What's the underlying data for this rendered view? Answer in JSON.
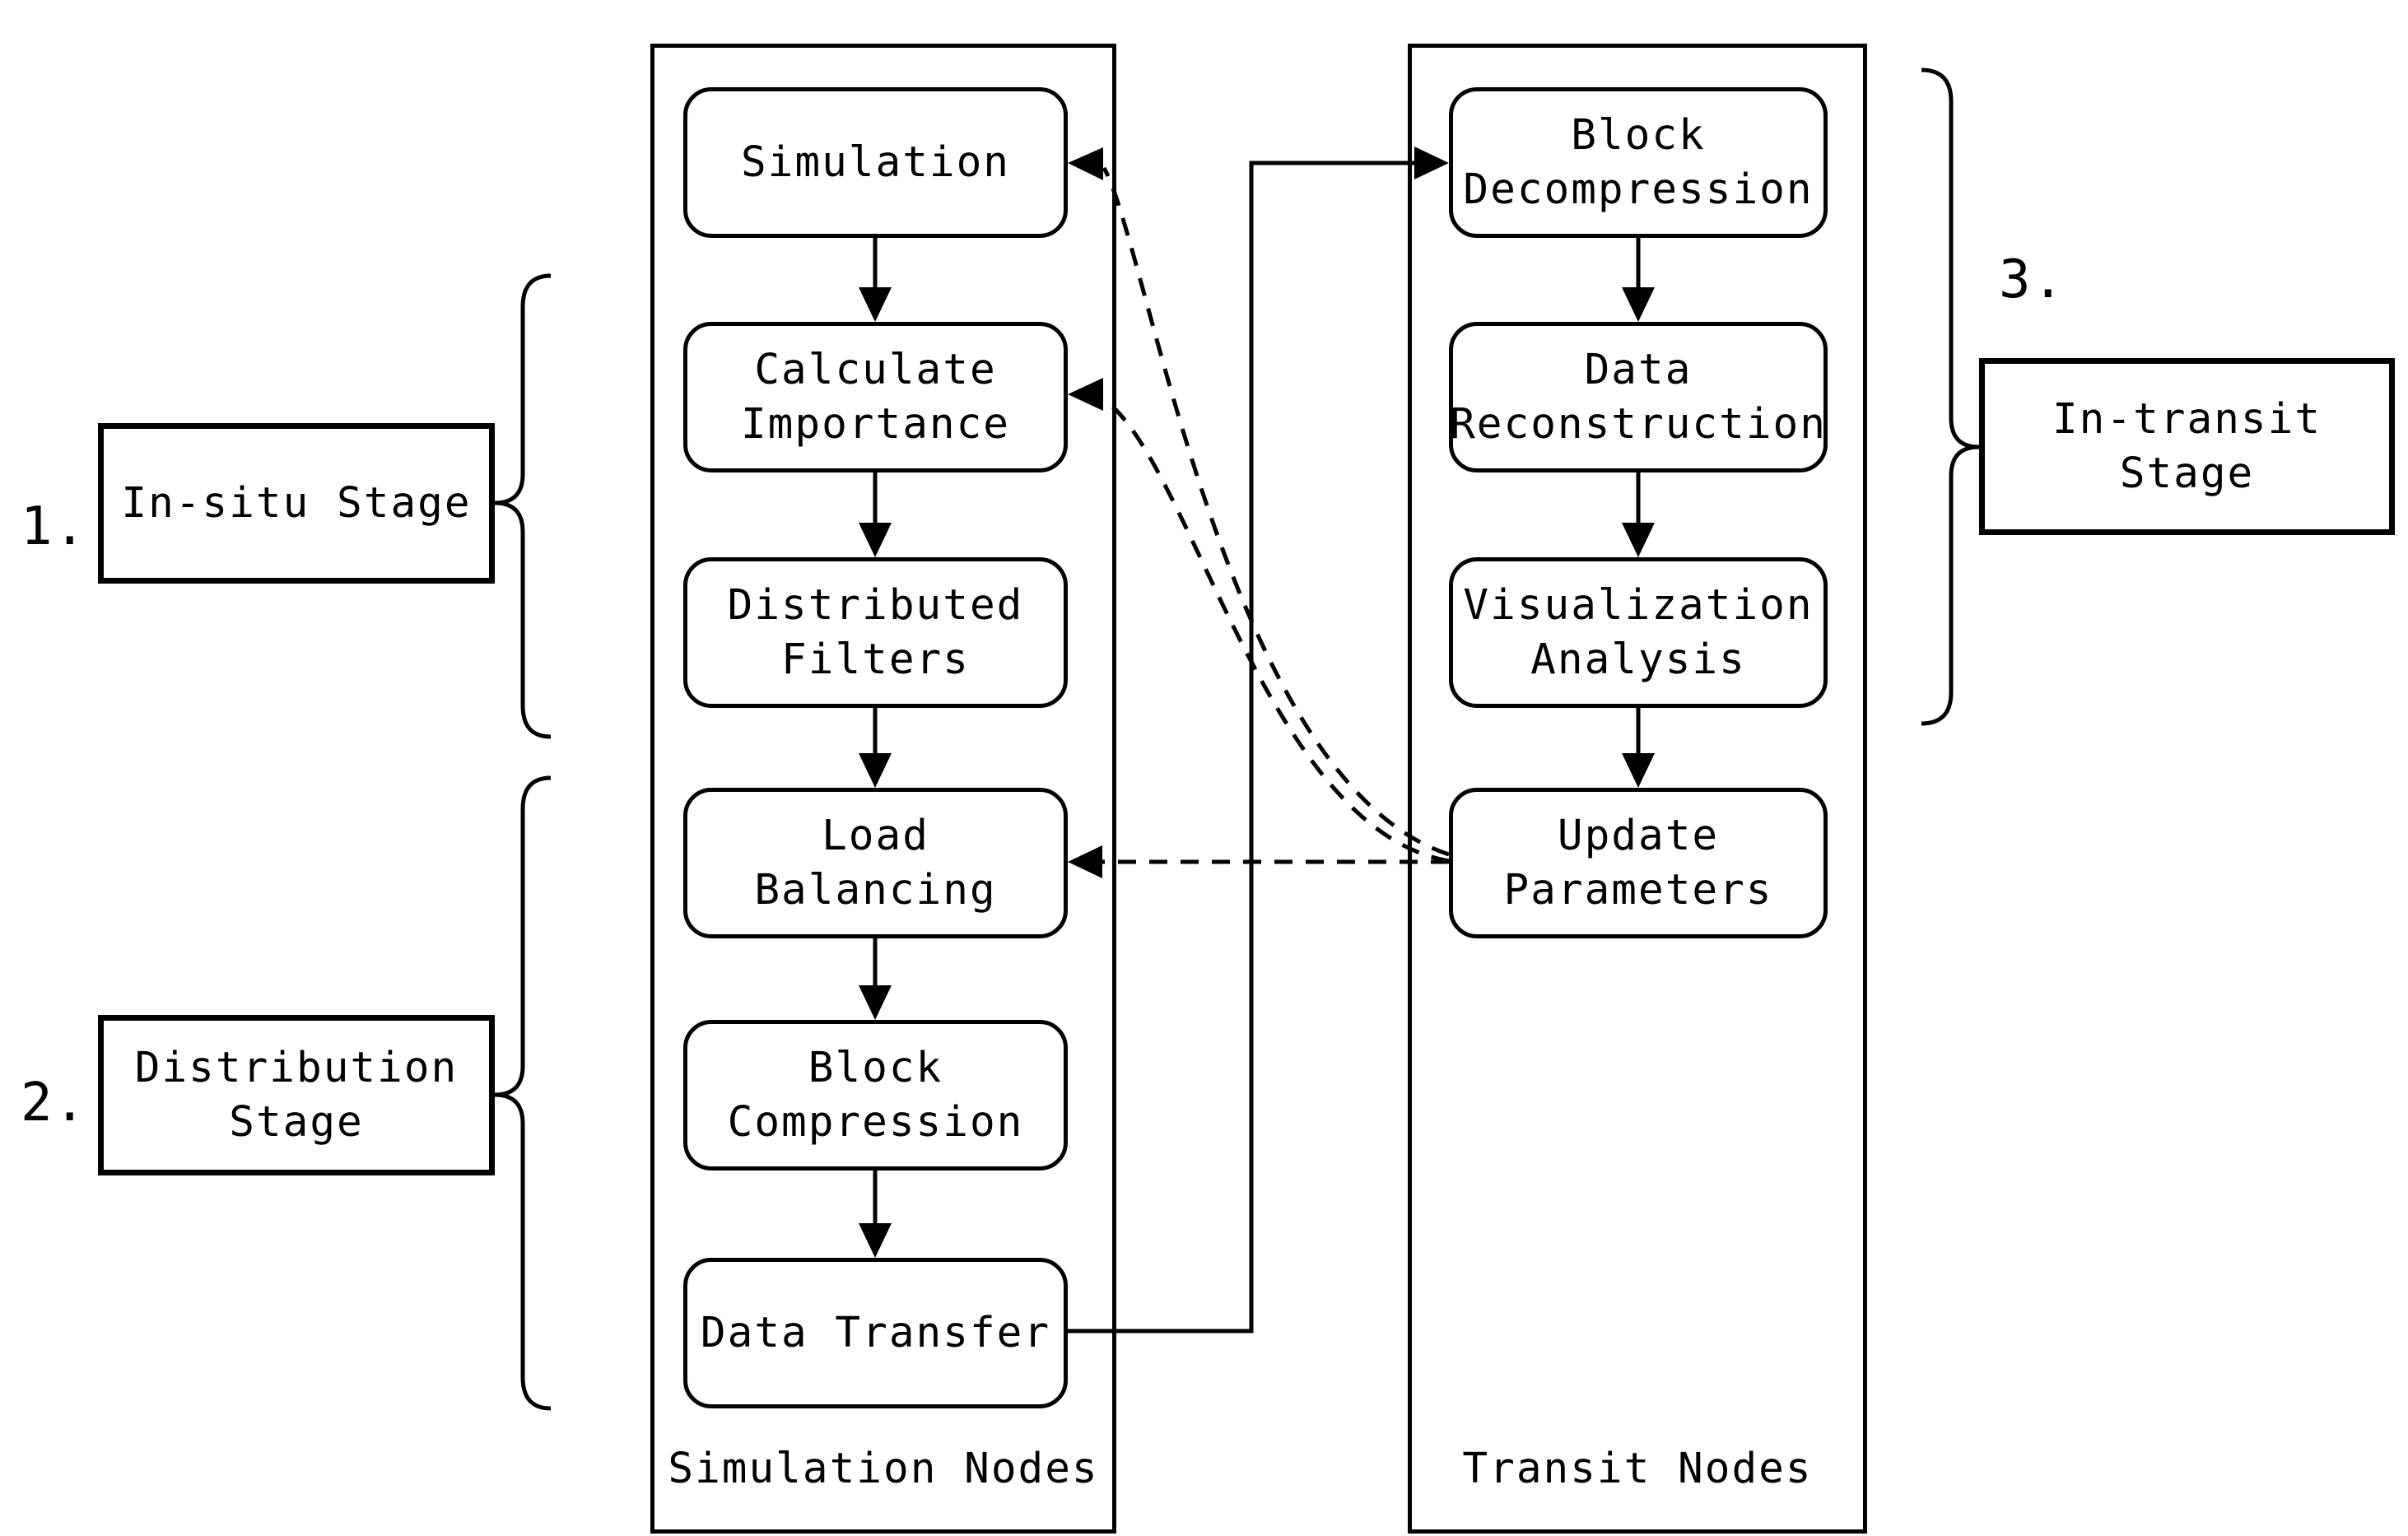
{
  "colors": {
    "line": "#000000",
    "text": "#000000",
    "background": "#ffffff"
  },
  "simulation_column": {
    "title": "Simulation Nodes",
    "nodes": [
      "Simulation",
      "Calculate Importance",
      "Distributed Filters",
      "Load Balancing",
      "Block Compression",
      "Data Transfer"
    ]
  },
  "transit_column": {
    "title": "Transit Nodes",
    "nodes": [
      "Block Decompression",
      "Data Reconstruction",
      "Visualization Analysis",
      "Update Parameters"
    ]
  },
  "stages": [
    {
      "number": "1.",
      "label": "In-situ Stage"
    },
    {
      "number": "2.",
      "label": "Distribution Stage"
    },
    {
      "number": "3.",
      "label": "In-transit Stage"
    }
  ],
  "edges": [
    {
      "from": "Simulation",
      "to": "Calculate Importance",
      "style": "solid"
    },
    {
      "from": "Calculate Importance",
      "to": "Distributed Filters",
      "style": "solid"
    },
    {
      "from": "Distributed Filters",
      "to": "Load Balancing",
      "style": "solid"
    },
    {
      "from": "Load Balancing",
      "to": "Block Compression",
      "style": "solid"
    },
    {
      "from": "Block Compression",
      "to": "Data Transfer",
      "style": "solid"
    },
    {
      "from": "Data Transfer",
      "to": "Block Decompression",
      "style": "solid"
    },
    {
      "from": "Block Decompression",
      "to": "Data Reconstruction",
      "style": "solid"
    },
    {
      "from": "Data Reconstruction",
      "to": "Visualization Analysis",
      "style": "solid"
    },
    {
      "from": "Visualization Analysis",
      "to": "Update Parameters",
      "style": "solid"
    },
    {
      "from": "Update Parameters",
      "to": "Load Balancing",
      "style": "dashed"
    },
    {
      "from": "Update Parameters",
      "to": "Calculate Importance",
      "style": "dashed"
    },
    {
      "from": "Update Parameters",
      "to": "Simulation",
      "style": "dashed"
    }
  ]
}
